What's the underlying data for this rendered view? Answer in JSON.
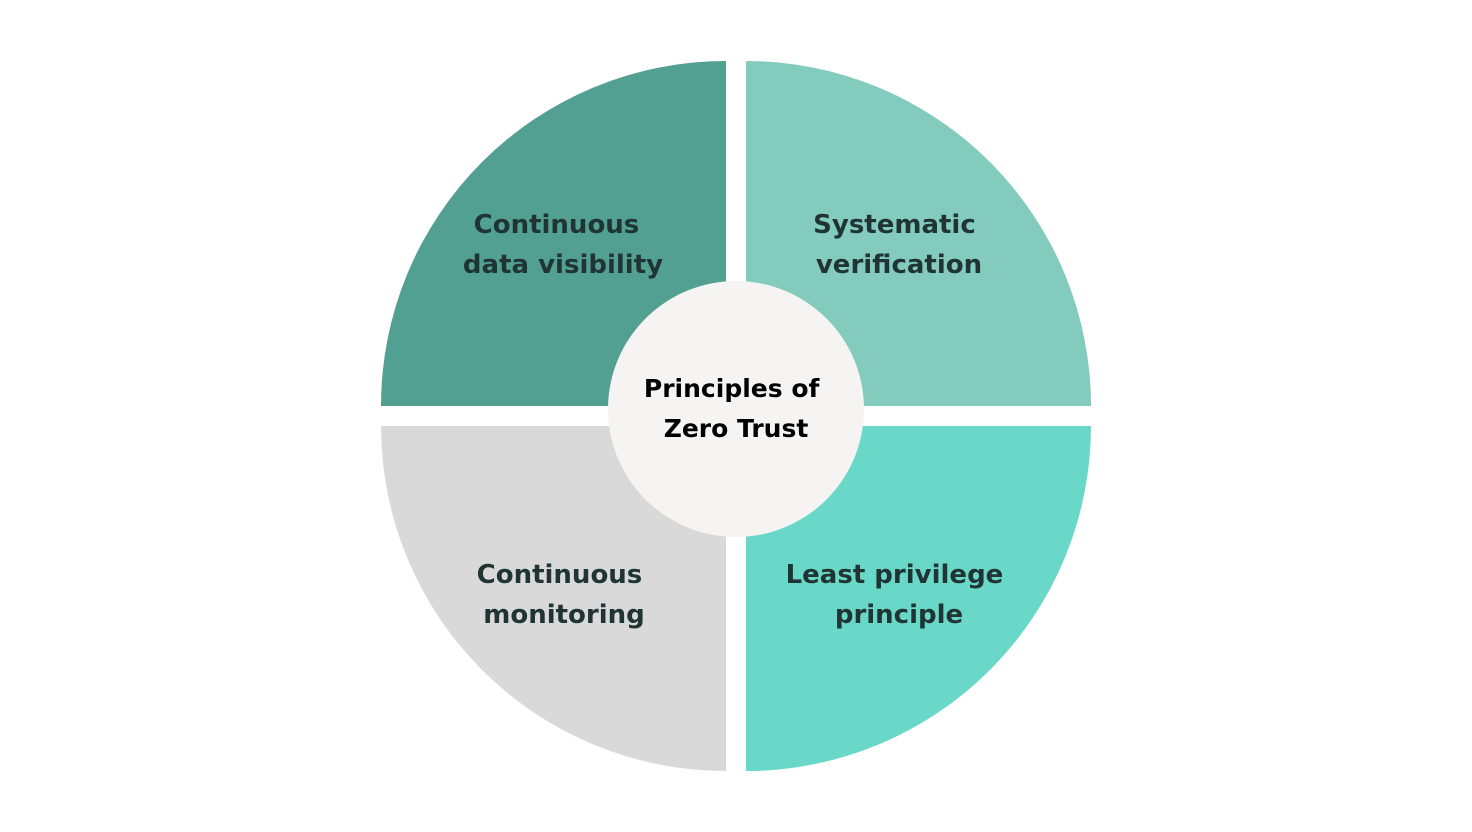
{
  "center": {
    "line1": "Principles of",
    "line2": "Zero Trust"
  },
  "quadrants": [
    {
      "line1": "Continuous",
      "line2": "data visibility",
      "color": "#52a092"
    },
    {
      "line1": "Systematic",
      "line2": "verification",
      "color": "#82cbbd"
    },
    {
      "line1": "Continuous",
      "line2": "monitoring",
      "color": "#d9d9d9"
    },
    {
      "line1": "Least privilege",
      "line2": "principle",
      "color": "#6ad8c8"
    }
  ],
  "colors": {
    "center_fill": "#f5f4f2",
    "label_text": "#1f3433",
    "background": "#ffffff"
  }
}
